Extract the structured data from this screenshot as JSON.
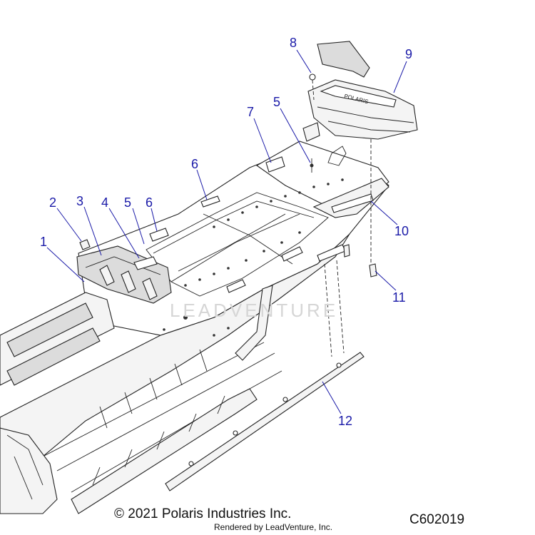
{
  "callouts": [
    {
      "id": "1",
      "label": "1"
    },
    {
      "id": "2",
      "label": "2"
    },
    {
      "id": "3",
      "label": "3"
    },
    {
      "id": "4",
      "label": "4"
    },
    {
      "id": "5a",
      "label": "5"
    },
    {
      "id": "6a",
      "label": "6"
    },
    {
      "id": "6b",
      "label": "6"
    },
    {
      "id": "7",
      "label": "7"
    },
    {
      "id": "5b",
      "label": "5"
    },
    {
      "id": "8",
      "label": "8"
    },
    {
      "id": "9",
      "label": "9"
    },
    {
      "id": "10",
      "label": "10"
    },
    {
      "id": "11",
      "label": "11"
    },
    {
      "id": "12",
      "label": "12"
    }
  ],
  "colors": {
    "callout": "#1a1aa8",
    "line": "#222222",
    "watermark": "#d6d6d6"
  },
  "watermark": "LEADVENTURE",
  "tank_logo": "POLARIS",
  "footer": {
    "copyright": "© 2021 Polaris Industries Inc.",
    "rendered_by": "Rendered by LeadVenture, Inc.",
    "diagram_code": "C602019"
  }
}
